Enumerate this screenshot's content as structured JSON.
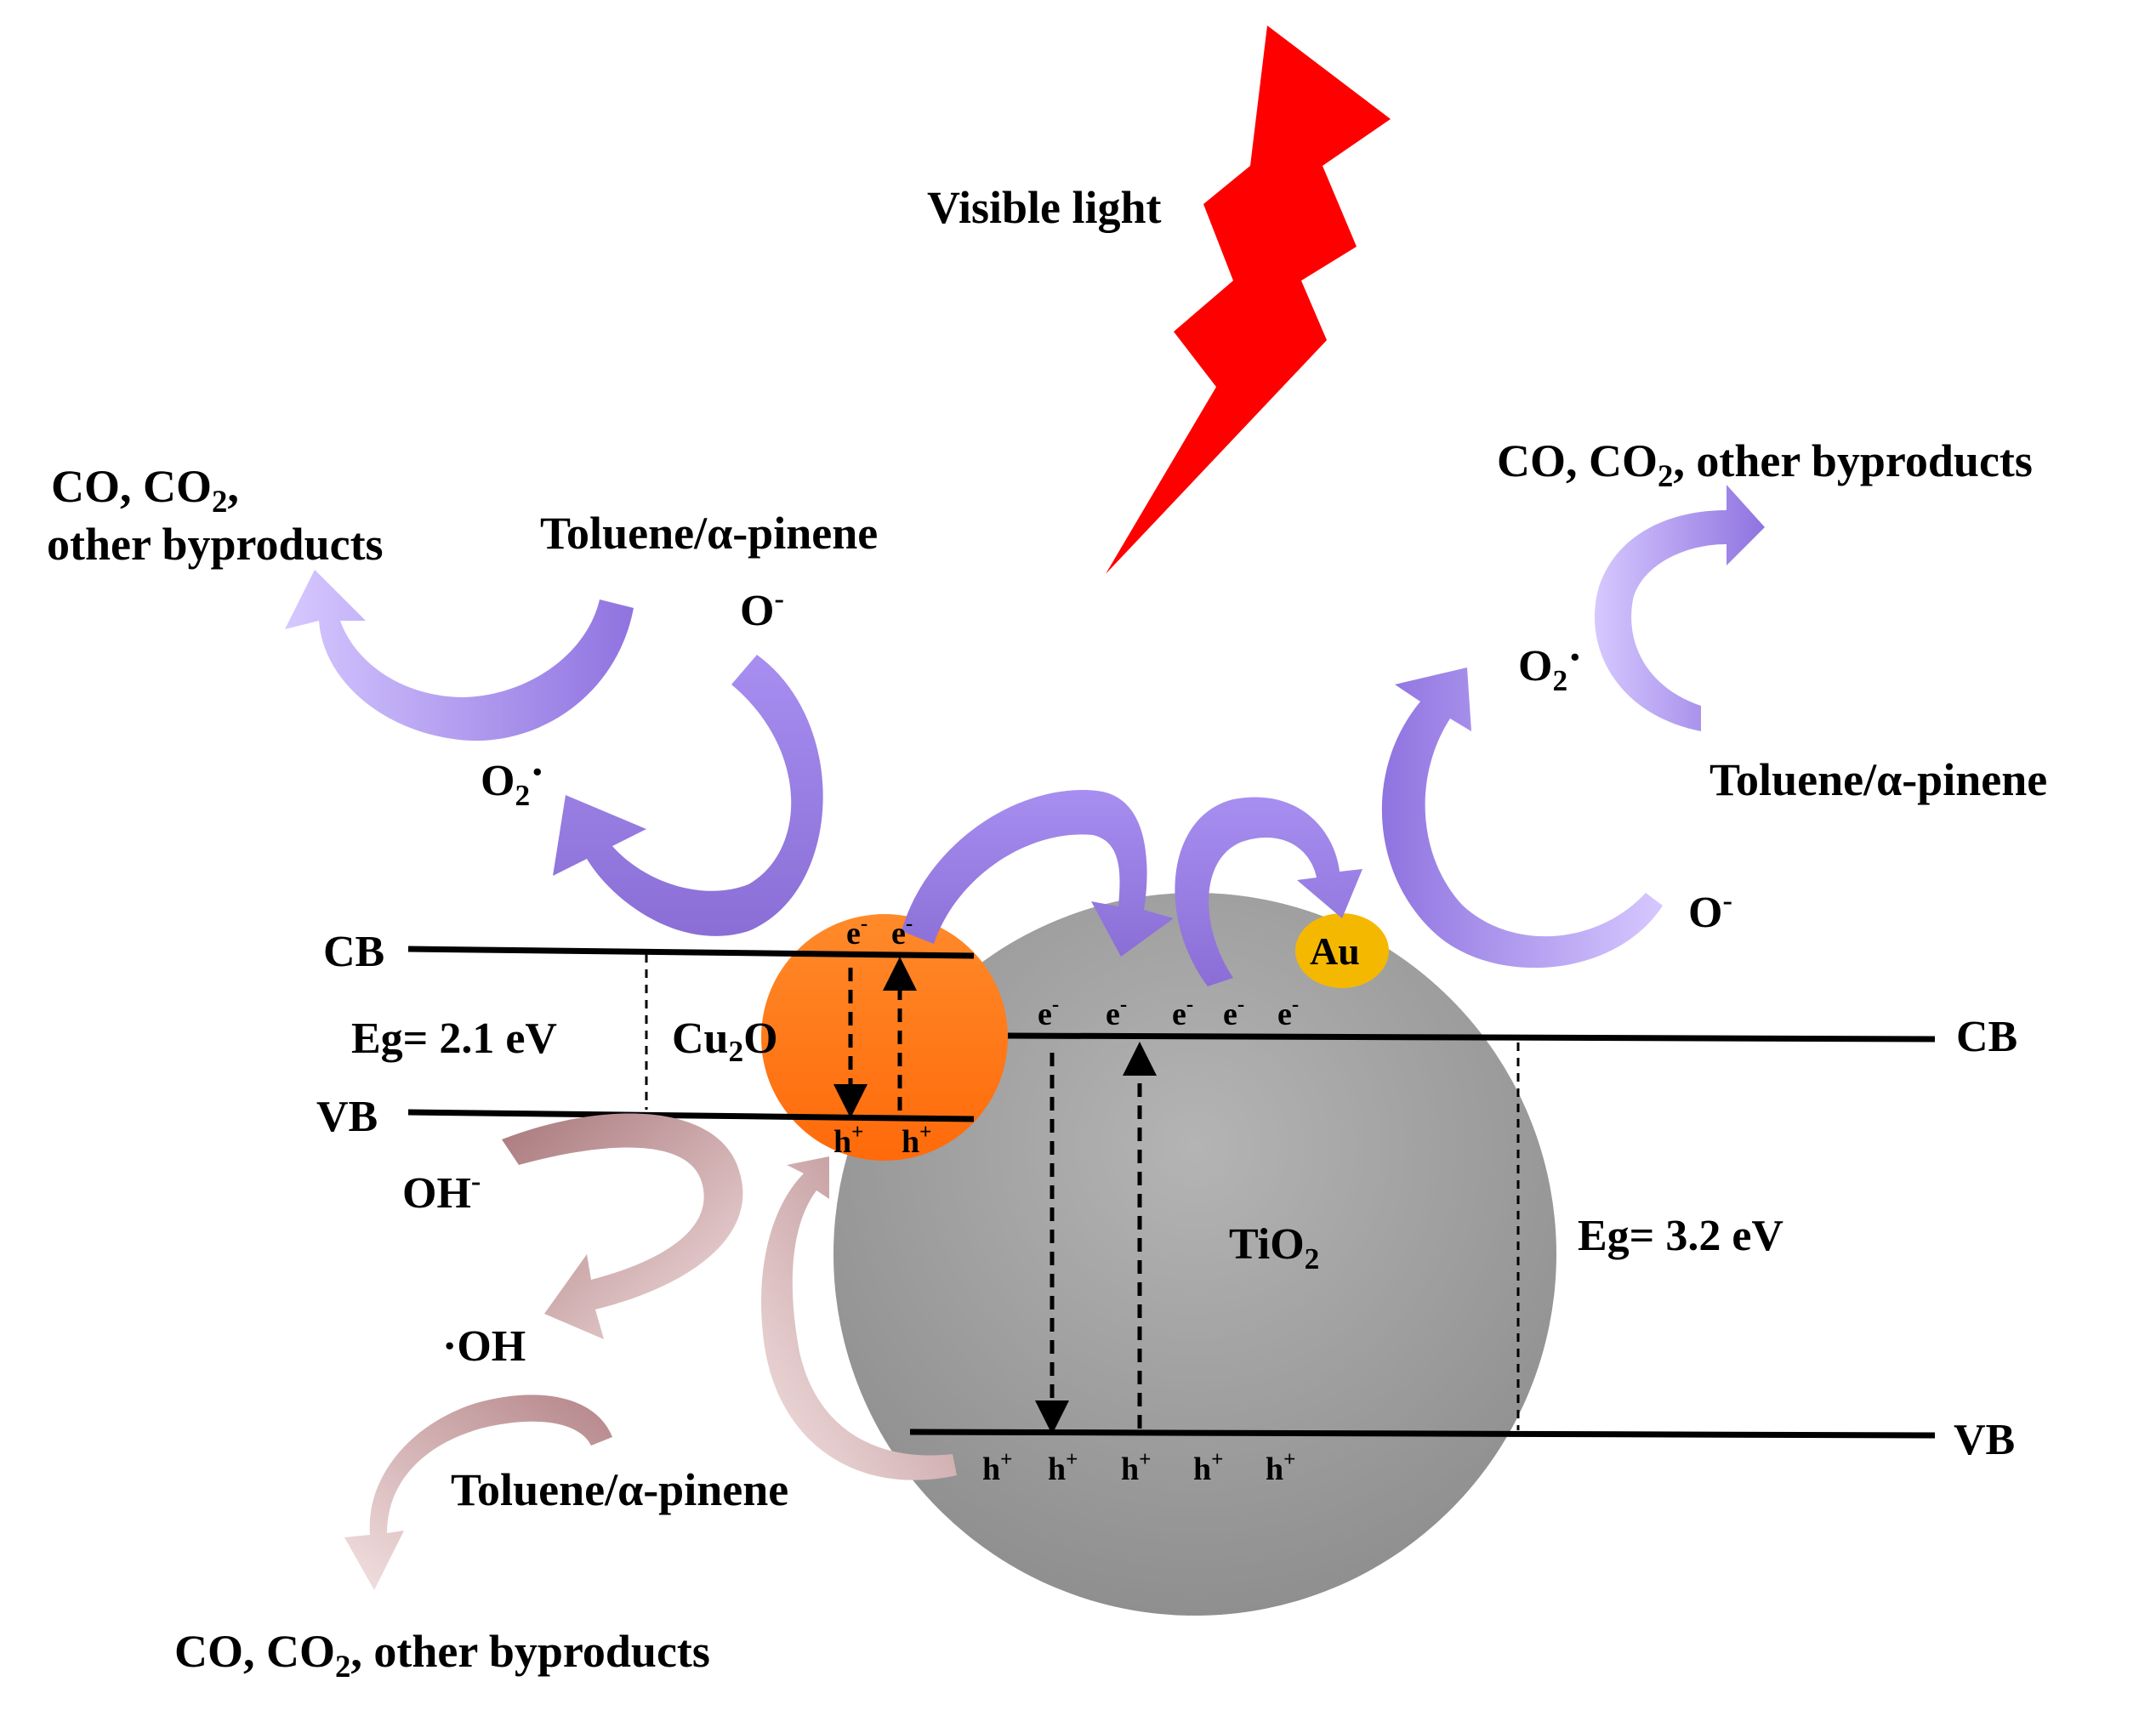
{
  "light": {
    "label": "Visible  light",
    "bolt_color": "#ff0000"
  },
  "particles": {
    "tio2": {
      "name": "TiO",
      "sub": "2",
      "color": "#9a9a9a"
    },
    "cu2o": {
      "name_pre": "Cu",
      "sub": "2",
      "name_post": "O",
      "color": "#ff7a1a"
    },
    "au": {
      "name": "Au",
      "color": "#f5b800"
    }
  },
  "cu2o_bands": {
    "cb": "CB",
    "vb": "VB",
    "eg": "Eg= 2.1 eV"
  },
  "tio2_bands": {
    "cb": "CB",
    "vb": "VB",
    "eg": "Eg= 3.2 eV"
  },
  "carriers": {
    "electron": "e",
    "electron_sup": "-",
    "hole": "h",
    "hole_sup": "+"
  },
  "species": {
    "o_minus": "O",
    "o_minus_sup": "-",
    "o2_radical": "O",
    "o2_radical_sub": "2",
    "o2_radical_dot": "·",
    "oh_minus": "OH",
    "oh_minus_sup": "-",
    "oh_radical": "·OH",
    "pollutant": "Toluene/α-pinene"
  },
  "products": {
    "top_left_line1_pre": "CO, CO",
    "top_left_line1_sub": "2",
    "top_left_line1_post": ",",
    "top_left_line2": "other byproducts",
    "right_pre": "CO, CO",
    "right_sub": "2",
    "right_post": ", other byproducts",
    "bottom_pre": "CO, CO",
    "bottom_sub": "2",
    "bottom_post": ", other byproducts"
  },
  "colors": {
    "purple_arrow": "#9a7ee8",
    "pink_arrow": "#b98a8e"
  }
}
